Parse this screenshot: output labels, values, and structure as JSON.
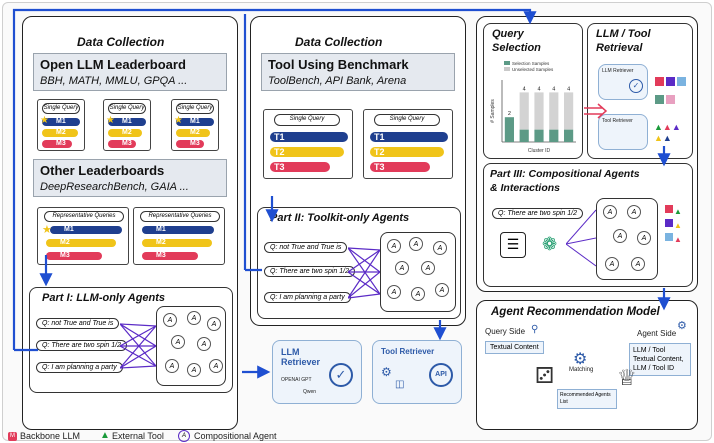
{
  "panel1": {
    "title": "Data Collection",
    "open_llm": {
      "title": "Open LLM Leaderboard",
      "benchmarks": "BBH, MATH, MMLU, GPQA ..."
    },
    "single_query": "Single Query",
    "m1": "M1",
    "m2": "M2",
    "m3": "M3",
    "other": {
      "title": "Other Leaderboards",
      "benchmarks": "DeepResearchBench, GAIA ..."
    },
    "representative_queries": "Representative Queries",
    "part1": {
      "title": "Part I: LLM-only Agents",
      "queries": [
        "Q: not True and True is",
        "Q: There are two spin 1/2",
        "Q: I am planning a party"
      ]
    }
  },
  "panel2": {
    "title": "Data Collection",
    "tool": {
      "title": "Tool Using Benchmark",
      "benchmarks": "ToolBench, API Bank, Arena"
    },
    "single_query": "Single Query",
    "t1": "T1",
    "t2": "T2",
    "t3": "T3",
    "part2": {
      "title": "Part II: Toolkit-only Agents",
      "queries": [
        "Q: not True and True is",
        "Q: There are two spin 1/2",
        "Q: I am planning a party"
      ]
    }
  },
  "retrievers": {
    "llm": {
      "title1": "LLM",
      "title2": "Retriever",
      "items": [
        "OPENAI GPT",
        "Qwen"
      ]
    },
    "tool": {
      "title": "Tool Retriever",
      "api": "API"
    }
  },
  "panel3": {
    "query_selection": {
      "title1": "Query",
      "title2": "Selection",
      "legend_selected": "Selection Samples",
      "legend_unselected": "Unselected Samples",
      "ylabel": "# Samples",
      "xlabel": "Cluster ID"
    },
    "llm_tool": {
      "title1": "LLM / Tool",
      "title2": "Retrieval",
      "llm_box": "LLM Retriever",
      "tool_box": "Tool Retriever"
    },
    "part3": {
      "title1": "Part III: Compositional Agents",
      "title2": "& Interactions",
      "query": "Q: There are two spin 1/2"
    },
    "recommend": {
      "title": "Agent Recommendation Model",
      "query_side": "Query Side",
      "agent_side": "Agent Side",
      "textual_content": "Textual Content",
      "agent_content": "LLM / Tool Textual Content, LLM / Tool ID",
      "matching": "Matching",
      "recommended": "Recommended Agents List"
    }
  },
  "chart_data": {
    "type": "bar",
    "title": "",
    "xlabel": "Cluster ID",
    "ylabel": "# Samples",
    "categories": [
      "",
      "",
      "",
      "",
      ""
    ],
    "series": [
      {
        "name": "Selection Samples",
        "values": [
          2,
          1,
          1,
          1,
          1
        ]
      },
      {
        "name": "Unselected Samples",
        "values": [
          0,
          3,
          3,
          3,
          3
        ]
      }
    ],
    "data_labels": [
      "2",
      "4",
      "4",
      "4",
      "4"
    ],
    "ylim": [
      0,
      5
    ],
    "legend": "top"
  },
  "legend": {
    "backbone": "Backbone LLM",
    "tool": "External Tool",
    "agent": "Compositional Agent"
  },
  "colors": {
    "blue": "#1f4fd1",
    "m1": "#1f3f8f",
    "m2": "#f0c419",
    "m3": "#e23b5a",
    "t1": "#1f3f8f",
    "t2": "#f0c419",
    "t3": "#e23b5a",
    "teal": "#5c9a86",
    "purple": "#5b2bc6"
  }
}
